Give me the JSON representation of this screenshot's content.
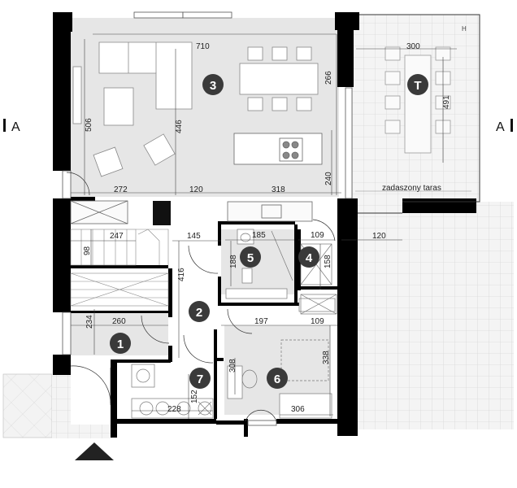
{
  "rooms": [
    {
      "number": "3"
    },
    {
      "number": "T"
    },
    {
      "number": "5"
    },
    {
      "number": "4"
    },
    {
      "number": "2"
    },
    {
      "number": "1"
    },
    {
      "number": "7"
    },
    {
      "number": "6"
    }
  ],
  "dimensions": {
    "d710": "710",
    "d300": "300",
    "d266": "266",
    "d491": "491",
    "d506": "506",
    "d446": "446",
    "d240": "240",
    "d272": "272",
    "d120a": "120",
    "d318": "318",
    "d247": "247",
    "d145": "145",
    "d185": "185",
    "d109a": "109",
    "d120b": "120",
    "d98": "98",
    "d188": "188",
    "d158": "158",
    "d416": "416",
    "d234": "234",
    "d260": "260",
    "d197": "197",
    "d109b": "109",
    "d338": "338",
    "d308": "308",
    "d152": "152",
    "d228": "228",
    "d306": "306"
  },
  "labels": {
    "terrace": "zadaszony taras",
    "section_left": "A",
    "section_right": "A",
    "height_mark": "H"
  }
}
